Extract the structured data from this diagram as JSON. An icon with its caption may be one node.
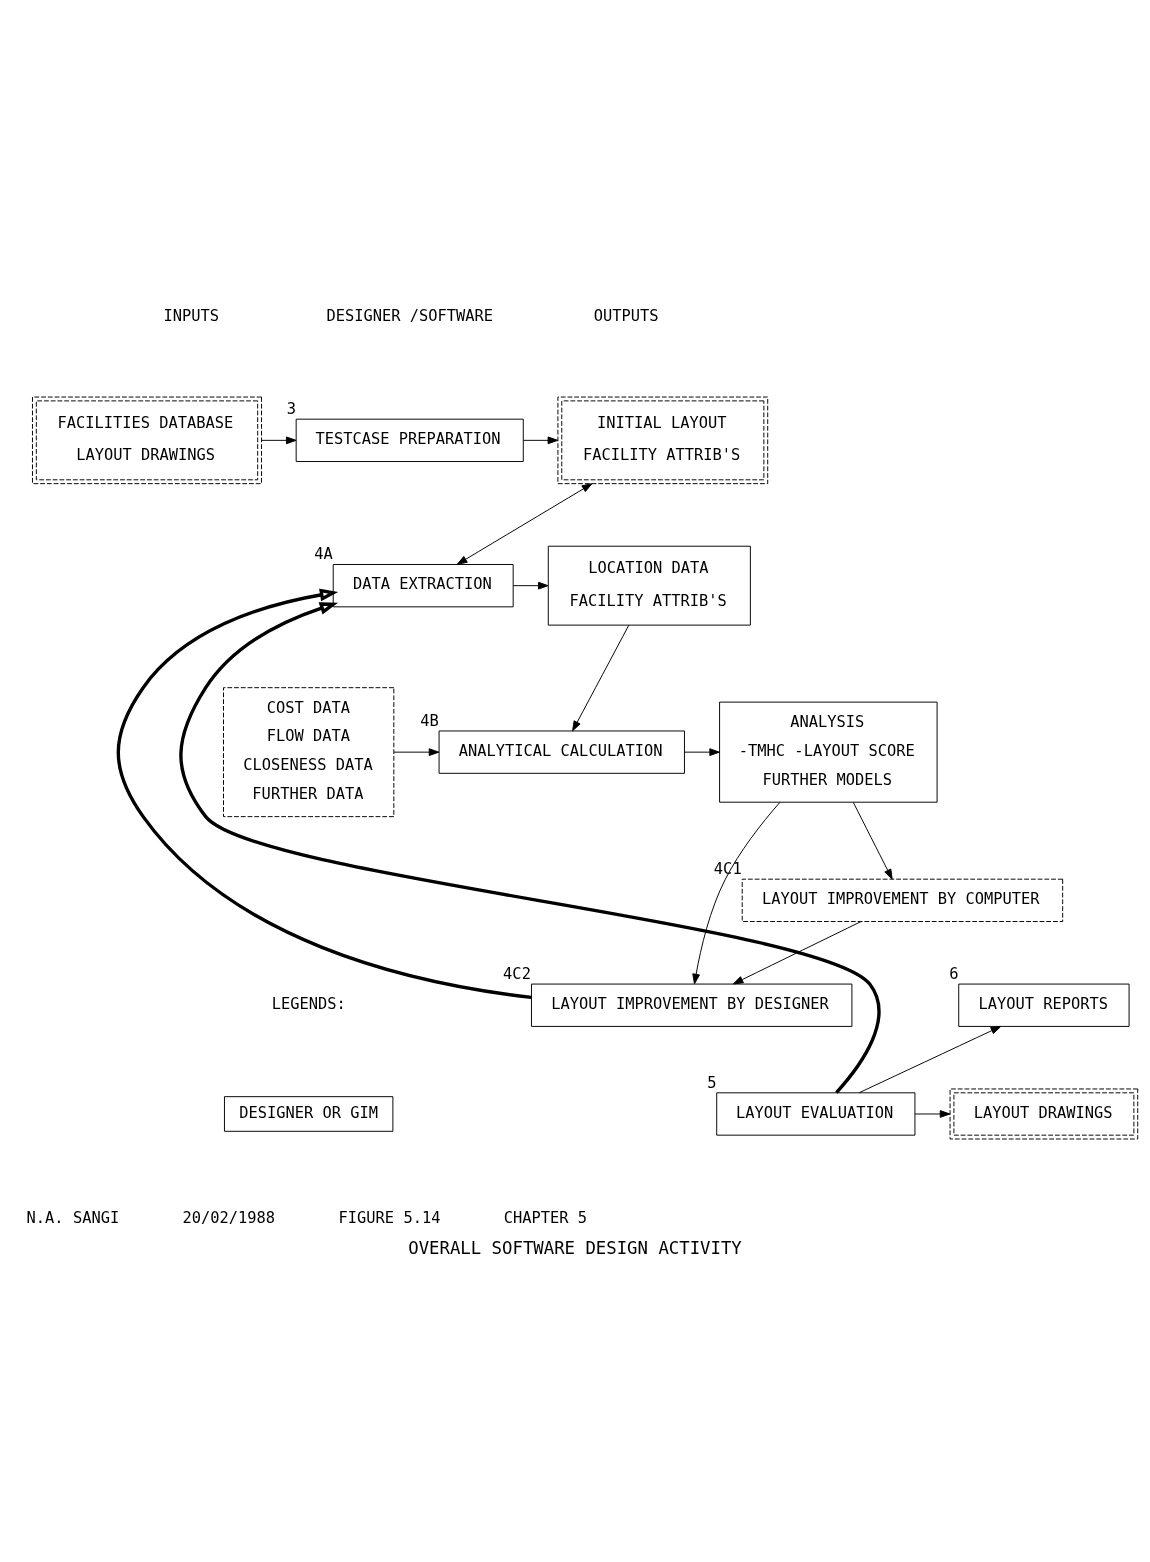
{
  "diagram": {
    "caption": "OVERALL SOFTWARE DESIGN ACTIVITY",
    "nodes": [
      {
        "text": [
          "FACILITIES DATABASE",
          "LAYOUT DRAWINGS"
        ]
      },
      {
        "text": [
          "TESTCASE PREPARATION"
        ],
        "beside": [
          "3"
        ]
      },
      {
        "text": [
          "INITIAL LAYOUT",
          "FACILITY ATTRIB'S"
        ]
      },
      {
        "text": [
          "DATA EXTRACTION"
        ],
        "beside": [
          "4A"
        ]
      },
      {
        "text": [
          "LOCATION DATA",
          "FACILITY ATTRIB'S"
        ]
      },
      {
        "text": [
          "COST DATA",
          "FLOW DATA",
          "CLOSENESS DATA",
          "FURTHER DATA"
        ]
      },
      {
        "text": [
          "ANALYTICAL CALCULATION"
        ],
        "beside": [
          "4B"
        ]
      },
      {
        "text": [
          "ANALYSIS",
          "-TMHC -LAYOUT SCORE",
          "FURTHER MODELS"
        ]
      },
      {
        "text": [
          "LAYOUT IMPROVEMENT BY COMPUTER"
        ],
        "beside": [
          "4C1"
        ]
      },
      {
        "text": [
          "LAYOUT IMPROVEMENT BY DESIGNER"
        ],
        "beside": [
          "4C2"
        ]
      },
      {
        "text": [
          "LAYOUT REPORTS"
        ],
        "beside": [
          "6"
        ]
      },
      {
        "text": [
          "LAYOUT EVALUATION"
        ],
        "beside": [
          "5"
        ]
      },
      {
        "text": [
          "LAYOUT DRAWINGS"
        ]
      }
    ],
    "edges": [
      {
        "from": 0,
        "to": 1,
        "arrow": "to"
      },
      {
        "from": 1,
        "to": 2,
        "arrow": "to"
      },
      {
        "from": 2,
        "to": 3,
        "arrow": "both"
      },
      {
        "from": 3,
        "to": 4,
        "arrow": "to"
      },
      {
        "from": 4,
        "to": 6,
        "arrow": "to"
      },
      {
        "from": 5,
        "to": 6,
        "arrow": "to"
      },
      {
        "from": 6,
        "to": 7,
        "arrow": "to"
      },
      {
        "from": 7,
        "to": 8,
        "arrow": "to"
      },
      {
        "from": 7,
        "to": 9,
        "arrow": "to"
      },
      {
        "from": 8,
        "to": 9,
        "arrow": "to"
      },
      {
        "from": 11,
        "to": 10,
        "arrow": "to"
      },
      {
        "from": 11,
        "to": 12,
        "arrow": "to"
      },
      {
        "from": 9,
        "to": 3,
        "arrow": "to",
        "style": "thick"
      },
      {
        "from": 11,
        "to": 3,
        "arrow": "to",
        "style": "thick"
      }
    ],
    "labels": [
      "INPUTS",
      "DESIGNER /SOFTWARE",
      "OUTPUTS",
      "LEGENDS:",
      "N.A. SANGI",
      "20/02/1988",
      "FIGURE 5.14",
      "CHAPTER 5"
    ],
    "legend": [
      {
        "text": "DESIGNER OR GIM"
      }
    ]
  }
}
